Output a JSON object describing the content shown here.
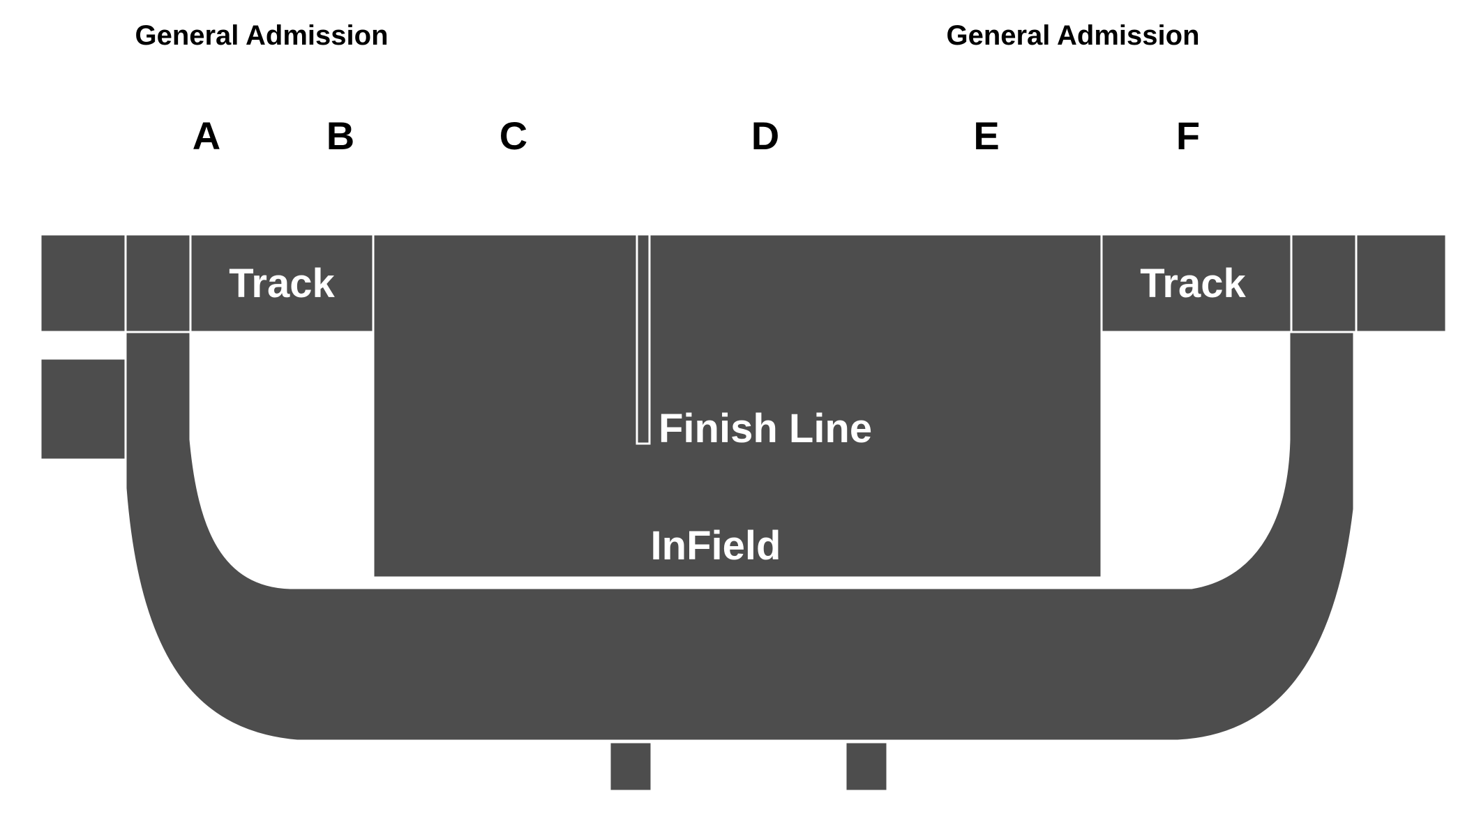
{
  "labels": {
    "general_admission_left": "General Admission",
    "general_admission_right": "General Admission",
    "section_a": "A",
    "section_b": "B",
    "section_c": "C",
    "section_d": "D",
    "section_e": "E",
    "section_f": "F",
    "track_left": "Track",
    "track_right": "Track",
    "finish_line": "Finish Line",
    "infield": "InField"
  },
  "colors": {
    "section_fill": "#4d4d4d",
    "label_on_section": "#ffffff",
    "label_on_background": "#000000",
    "background": "#ffffff"
  }
}
